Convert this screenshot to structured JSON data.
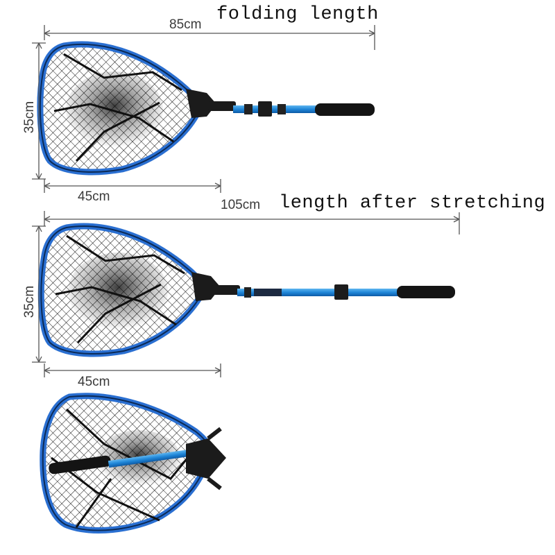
{
  "folded": {
    "length_value": "85cm",
    "length_caption": "folding length",
    "height_value": "35cm",
    "width_value": "45cm"
  },
  "stretched": {
    "length_value": "105cm",
    "length_caption": "length after stretching",
    "height_value": "35cm",
    "width_value": "45cm"
  },
  "colors": {
    "frame": "#2a6fd1",
    "handle": "#1f86d8",
    "mesh": "#1a1a1a",
    "grip": "#141414",
    "dimension_line": "#555555"
  },
  "icons": [
    "fishing-net-folded",
    "fishing-net-stretched",
    "fishing-net-collapsed"
  ]
}
